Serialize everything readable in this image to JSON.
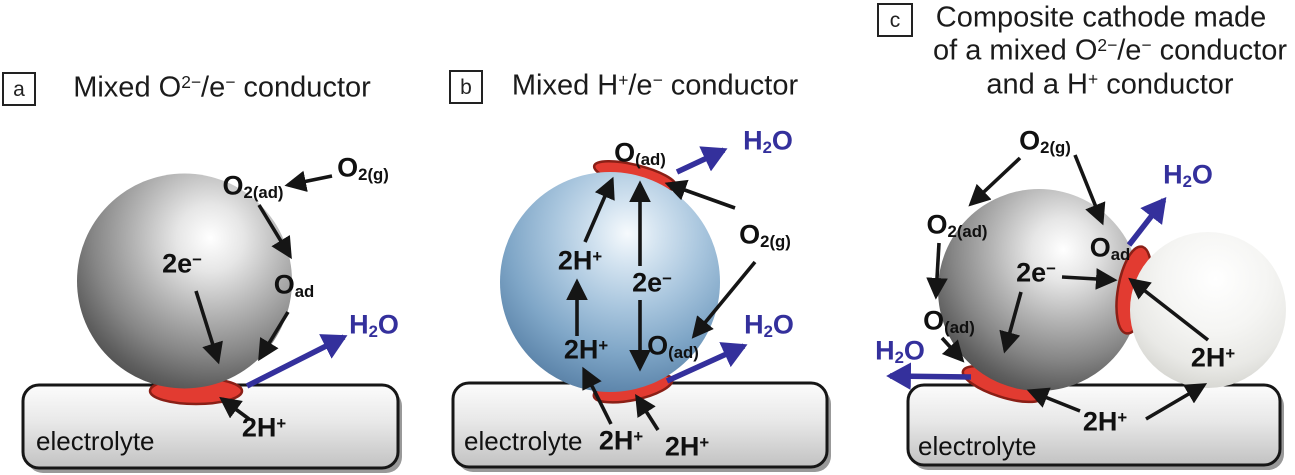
{
  "figure": {
    "panels": [
      {
        "id": "a",
        "badge": "a",
        "title": [
          {
            "t": "Mixed O"
          },
          {
            "t": "2−",
            "s": "sup"
          },
          {
            "t": "/e"
          },
          {
            "t": "−",
            "s": "sup"
          },
          {
            "t": " conductor"
          }
        ]
      },
      {
        "id": "b",
        "badge": "b",
        "title": [
          {
            "t": "Mixed H"
          },
          {
            "t": "+",
            "s": "sup"
          },
          {
            "t": "/e"
          },
          {
            "t": "−",
            "s": "sup"
          },
          {
            "t": " conductor"
          }
        ]
      },
      {
        "id": "c",
        "badge": "c",
        "title_lines": [
          [
            {
              "t": "Composite cathode made"
            }
          ],
          [
            {
              "t": "of a mixed O"
            },
            {
              "t": "2−",
              "s": "sup"
            },
            {
              "t": "/e"
            },
            {
              "t": "−",
              "s": "sup"
            },
            {
              "t": " conductor"
            }
          ],
          [
            {
              "t": "and a H"
            },
            {
              "t": "+",
              "s": "sup"
            },
            {
              "t": " conductor"
            }
          ]
        ]
      }
    ]
  },
  "defs": {
    "o2g": [
      {
        "t": "O"
      },
      {
        "t": "2(g)",
        "s": "sub"
      }
    ],
    "o2ad": [
      {
        "t": "O"
      },
      {
        "t": "2(ad)",
        "s": "sub"
      }
    ],
    "oad": [
      {
        "t": "O"
      },
      {
        "t": "ad",
        "s": "sub"
      }
    ],
    "oad_paren": [
      {
        "t": "O"
      },
      {
        "t": "(ad)",
        "s": "sub"
      }
    ],
    "two_e": [
      {
        "t": "2e"
      },
      {
        "t": "−",
        "s": "sup"
      }
    ],
    "two_h": [
      {
        "t": "2H"
      },
      {
        "t": "+",
        "s": "sup"
      }
    ],
    "h2o": [
      {
        "t": "H"
      },
      {
        "t": "2",
        "s": "sub"
      },
      {
        "t": "O"
      }
    ],
    "electrolyte": [
      {
        "t": "electrolyte"
      }
    ]
  },
  "colors": {
    "accent_blue": "#34309c",
    "patch_red": "#e23b31",
    "patch_red_border": "#8a1f16",
    "arrow_black": "#151515",
    "slab_fill_light": "#fcfcfc",
    "slab_fill_dark": "#c2c2c2",
    "gray_sphere_edge": "#4a4a4a",
    "blue_sphere_edge": "#54779b",
    "white_sphere_edge": "#d2d2cd"
  }
}
